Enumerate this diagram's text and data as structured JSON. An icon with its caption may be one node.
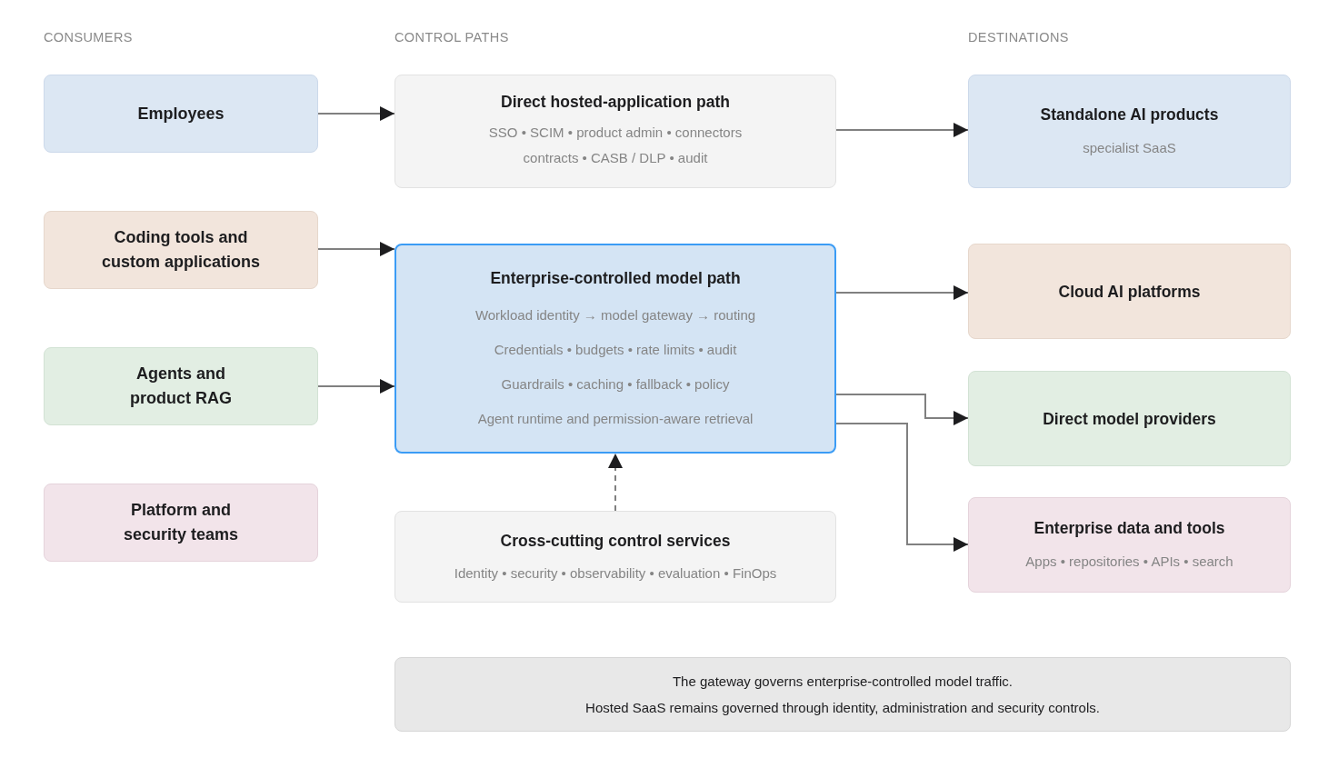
{
  "diagram": {
    "nodes": [
      {
        "text": [
          "Employees"
        ]
      },
      {
        "text": [
          "Coding tools and custom applications"
        ]
      },
      {
        "text": [
          "Agents and product RAG"
        ]
      },
      {
        "text": [
          "Platform and security teams"
        ]
      },
      {
        "text": [
          "Direct hosted-application path",
          "SSO • SCIM • product admin • connectors contracts • CASB / DLP • audit"
        ]
      },
      {
        "text": [
          "Enterprise-controlled model path",
          "Workload identity → model gateway → routing",
          "Credentials • budgets • rate limits • audit",
          "Guardrails • caching • fallback • policy",
          "Agent runtime and permission-aware retrieval"
        ]
      },
      {
        "text": [
          "Cross-cutting control services",
          "Identity • security • observability • evaluation • FinOps"
        ]
      },
      {
        "text": [
          "Standalone AI products",
          "specialist SaaS"
        ]
      },
      {
        "text": [
          "Cloud AI platforms"
        ]
      },
      {
        "text": [
          "Direct model providers"
        ]
      },
      {
        "text": [
          "Enterprise data and tools",
          "Apps • repositories • APIs • search"
        ]
      },
      {
        "text": [
          "The gateway governs enterprise-controlled model traffic.",
          "Hosted SaaS remains governed through identity, administration and security controls."
        ]
      }
    ],
    "edges": [
      {
        "from": 0,
        "to": 4,
        "arrow": "to"
      },
      {
        "from": 1,
        "to": 5,
        "arrow": "to"
      },
      {
        "from": 2,
        "to": 5,
        "arrow": "to"
      },
      {
        "from": 4,
        "to": 7,
        "arrow": "to"
      },
      {
        "from": 5,
        "to": 8,
        "arrow": "to"
      },
      {
        "from": 5,
        "to": 9,
        "arrow": "to"
      },
      {
        "from": 5,
        "to": 10,
        "arrow": "to"
      },
      {
        "from": 6,
        "to": 5,
        "arrow": "to",
        "style": "dashed"
      }
    ],
    "labels": [
      "CONSUMERS",
      "CONTROL PATHS",
      "DESTINATIONS"
    ]
  }
}
